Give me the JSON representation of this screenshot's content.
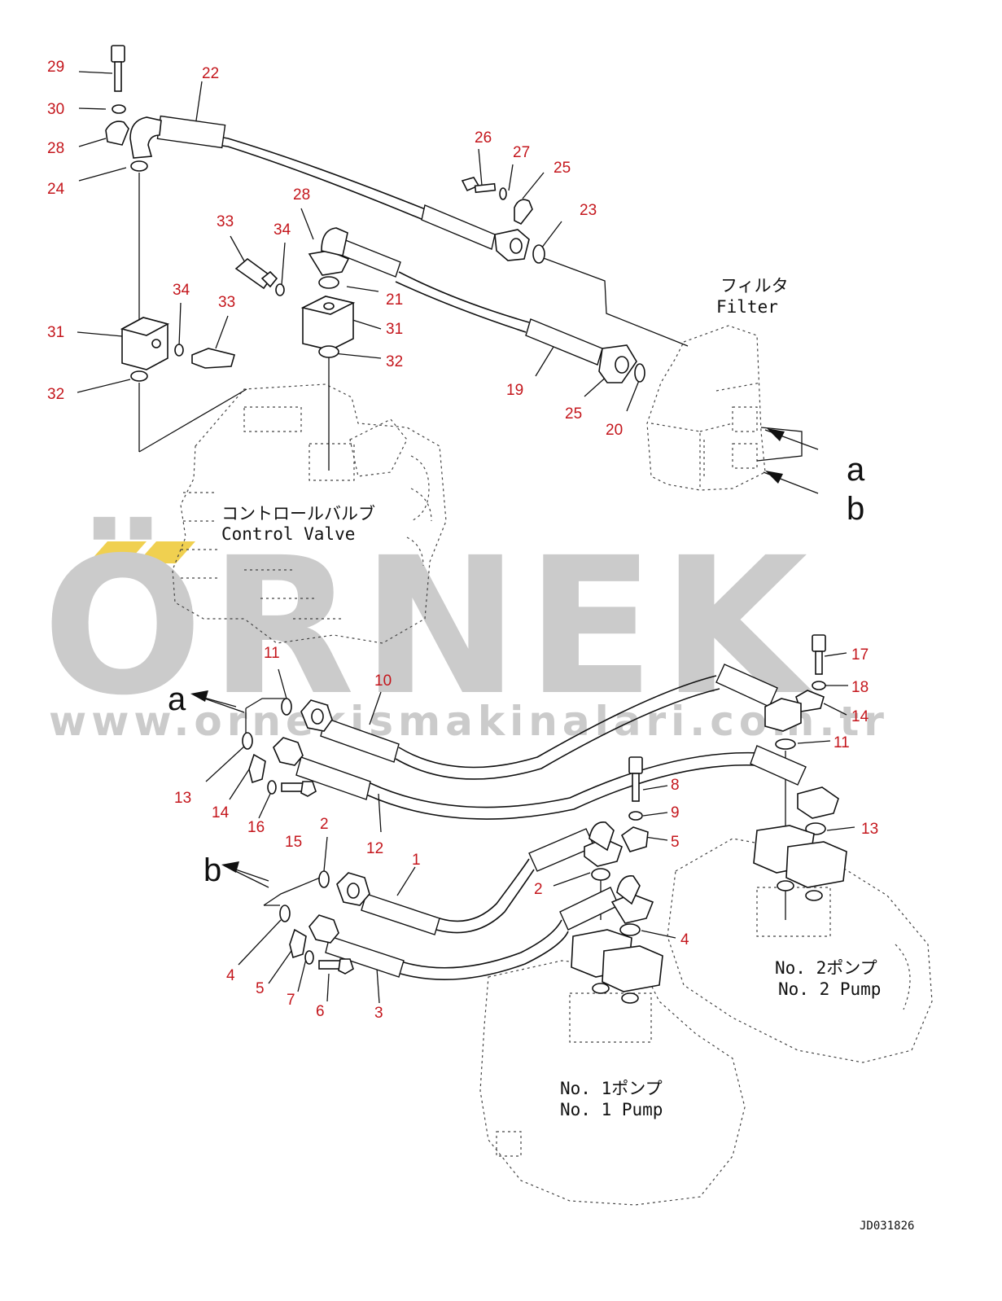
{
  "watermark": {
    "brand": "ÖRNEK",
    "url": "www.ornekismakinalari.com.tr",
    "accent_color": "#f0d050",
    "text_color": "#cbcbcb"
  },
  "labels": {
    "filter_jp": "フィルタ",
    "filter_en": "Filter",
    "control_valve_jp": "コントロールバルブ",
    "control_valve_en": "Control Valve",
    "pump1_jp": "No. 1ポンプ",
    "pump1_en": "No. 1 Pump",
    "pump2_jp": "No. 2ポンプ",
    "pump2_en": "No. 2 Pump",
    "arrow_a": "a",
    "arrow_b": "b",
    "drawing_code": "JD031826"
  },
  "callouts": [
    {
      "id": "c29",
      "text": "29"
    },
    {
      "id": "c30",
      "text": "30"
    },
    {
      "id": "c28a",
      "text": "28"
    },
    {
      "id": "c24",
      "text": "24"
    },
    {
      "id": "c22",
      "text": "22"
    },
    {
      "id": "c26",
      "text": "26"
    },
    {
      "id": "c27",
      "text": "27"
    },
    {
      "id": "c25a",
      "text": "25"
    },
    {
      "id": "c23",
      "text": "23"
    },
    {
      "id": "c28b",
      "text": "28"
    },
    {
      "id": "c33a",
      "text": "33"
    },
    {
      "id": "c34a",
      "text": "34"
    },
    {
      "id": "c21",
      "text": "21"
    },
    {
      "id": "c31b",
      "text": "31"
    },
    {
      "id": "c32b",
      "text": "32"
    },
    {
      "id": "c34b",
      "text": "34"
    },
    {
      "id": "c33b",
      "text": "33"
    },
    {
      "id": "c31a",
      "text": "31"
    },
    {
      "id": "c32a",
      "text": "32"
    },
    {
      "id": "c19",
      "text": "19"
    },
    {
      "id": "c25b",
      "text": "25"
    },
    {
      "id": "c20",
      "text": "20"
    },
    {
      "id": "c11a",
      "text": "11"
    },
    {
      "id": "c10",
      "text": "10"
    },
    {
      "id": "c17",
      "text": "17"
    },
    {
      "id": "c18",
      "text": "18"
    },
    {
      "id": "c14b",
      "text": "14"
    },
    {
      "id": "c11b",
      "text": "11"
    },
    {
      "id": "c13a",
      "text": "13"
    },
    {
      "id": "c14a",
      "text": "14"
    },
    {
      "id": "c16",
      "text": "16"
    },
    {
      "id": "c15",
      "text": "15"
    },
    {
      "id": "c12",
      "text": "12"
    },
    {
      "id": "c8",
      "text": "8"
    },
    {
      "id": "c9",
      "text": "9"
    },
    {
      "id": "c5b",
      "text": "5"
    },
    {
      "id": "c13b",
      "text": "13"
    },
    {
      "id": "c2a",
      "text": "2"
    },
    {
      "id": "c1",
      "text": "1"
    },
    {
      "id": "c2b",
      "text": "2"
    },
    {
      "id": "c4b",
      "text": "4"
    },
    {
      "id": "c4a",
      "text": "4"
    },
    {
      "id": "c5a",
      "text": "5"
    },
    {
      "id": "c7",
      "text": "7"
    },
    {
      "id": "c6",
      "text": "6"
    },
    {
      "id": "c3",
      "text": "3"
    }
  ]
}
